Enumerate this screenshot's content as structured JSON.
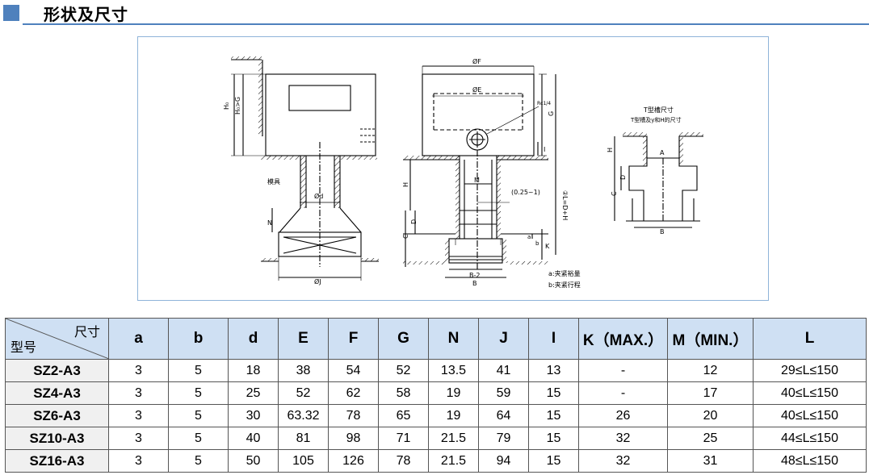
{
  "section": {
    "title": "形状及尺寸"
  },
  "drawing": {
    "labels": {
      "mold": "模具",
      "h0": "H₀",
      "h0g": "H₀>G",
      "phi_d": "Ød",
      "n": "N",
      "phi_j": "ØJ",
      "phi_f": "ØF",
      "phi_e": "ØE",
      "rc": "Rc1/4",
      "g": "G",
      "i": "I",
      "h": "H",
      "m": "M",
      "clearance": "(0.25~1)",
      "l_formula": "②L=D+H",
      "d_dim": "D",
      "c_dim": "C",
      "a_small": "a",
      "b_small": "b",
      "k": "K",
      "b_minus_2": "B-2",
      "b_dim": "B",
      "a_dim": "A",
      "note_a": "a:夹紧裕量",
      "note_b": "b:夹紧行程",
      "t_slot_title": "T型槽尺寸",
      "t_slot_sub": "T型槽及y和H的尺寸"
    }
  },
  "table": {
    "corner_top": "尺寸",
    "corner_bottom": "型号",
    "columns": [
      "a",
      "b",
      "d",
      "E",
      "F",
      "G",
      "N",
      "J",
      "I",
      "K（MAX.）",
      "M（MIN.）",
      "L"
    ],
    "rows": [
      {
        "model": "SZ2-A3",
        "cells": [
          "3",
          "5",
          "18",
          "38",
          "54",
          "52",
          "13.5",
          "41",
          "13",
          "-",
          "12",
          "29≤L≤150"
        ]
      },
      {
        "model": "SZ4-A3",
        "cells": [
          "3",
          "5",
          "25",
          "52",
          "62",
          "58",
          "19",
          "59",
          "15",
          "-",
          "17",
          "40≤L≤150"
        ]
      },
      {
        "model": "SZ6-A3",
        "cells": [
          "3",
          "5",
          "30",
          "63.32",
          "78",
          "65",
          "19",
          "64",
          "15",
          "26",
          "20",
          "40≤L≤150"
        ]
      },
      {
        "model": "SZ10-A3",
        "cells": [
          "3",
          "5",
          "40",
          "81",
          "98",
          "71",
          "21.5",
          "79",
          "15",
          "32",
          "25",
          "44≤L≤150"
        ]
      },
      {
        "model": "SZ16-A3",
        "cells": [
          "3",
          "5",
          "50",
          "105",
          "126",
          "78",
          "21.5",
          "94",
          "15",
          "32",
          "31",
          "48≤L≤150"
        ]
      }
    ]
  }
}
